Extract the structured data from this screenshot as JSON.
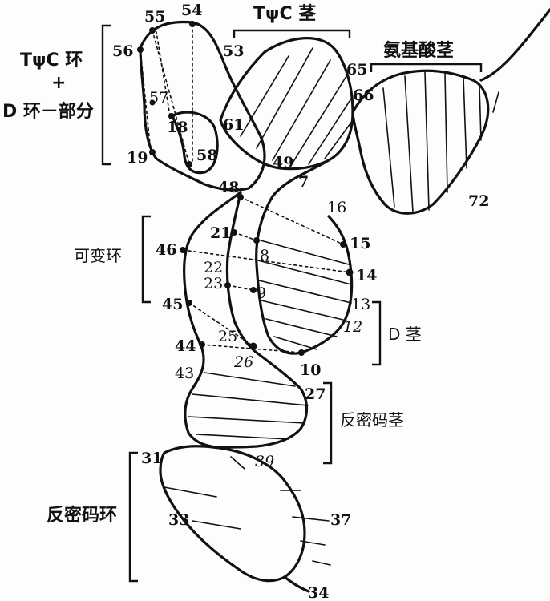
{
  "labels": {
    "tpsic_stem": "TψC 茎",
    "amino_acid_stem": "氨基酸茎",
    "tpsic_loop_line1": "TψC 环",
    "tpsic_loop_plus": "+",
    "d_loop_part": "D 环－部分",
    "variable_loop": "可变环",
    "d_stem": "D 茎",
    "anticodon_stem": "反密码茎",
    "anticodon_loop": "反密码环"
  },
  "numbers": {
    "n55": "55",
    "n54": "54",
    "n56": "56",
    "n53": "53",
    "n57": "57",
    "n18": "18",
    "n61": "61",
    "n19": "19",
    "n58": "58",
    "n65": "65",
    "n66": "66",
    "n49": "49",
    "n7": "7",
    "n48": "48",
    "n72": "72",
    "n16": "16",
    "n21": "21",
    "n15": "15",
    "n46": "46",
    "n8": "8",
    "n22": "22",
    "n14": "14",
    "n23": "23",
    "n9": "9",
    "n45": "45",
    "n13": "13",
    "n12": "12",
    "n25": "25",
    "n44": "44",
    "n26": "26",
    "n43": "43",
    "n10": "10",
    "n27": "27",
    "n31": "31",
    "n39": "39",
    "n33": "33",
    "n37": "37",
    "n34": "34"
  }
}
